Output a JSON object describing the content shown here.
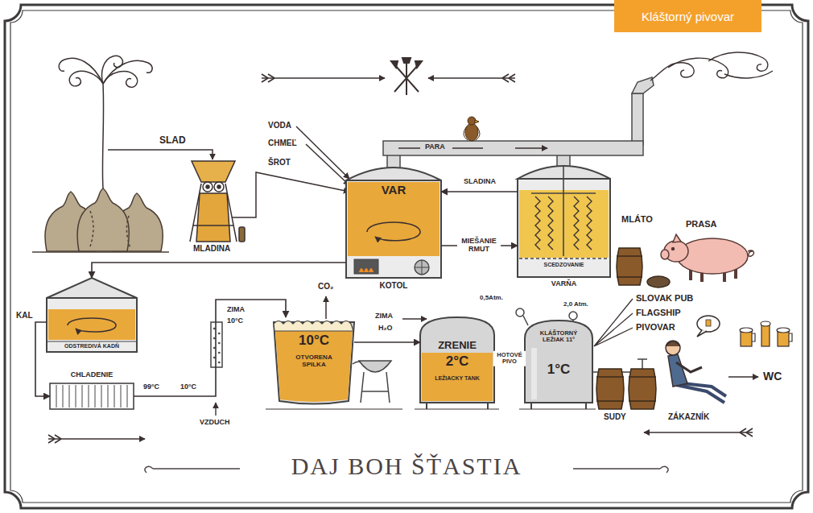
{
  "diagram": {
    "title": "Kláštorný pivovar",
    "caption": "DAJ BOH ŠŤASTIA",
    "nodes": [
      {
        "text": [
          "VAR",
          "KOTOL"
        ]
      },
      {
        "text": [
          "SCEDZOVANIE",
          "VARŇA"
        ]
      },
      {
        "text": [
          "ODSTREDIVÁ KADŇ"
        ]
      },
      {
        "text": [
          "CHLADENIE"
        ]
      },
      {
        "text": [
          "10°C",
          "OTVORENA SPILKA"
        ]
      },
      {
        "text": [
          "ZRENIE",
          "2°C",
          "LEŽIACKY TANK"
        ]
      },
      {
        "text": [
          "KLÁŠTORNÝ LEŽIAK 11°",
          "1°C"
        ]
      }
    ],
    "edges": [
      {
        "from": 0,
        "to": 1,
        "label": "MIEŠANIE RMUT",
        "arrow": "to"
      },
      {
        "from": 1,
        "to": 0,
        "label": "SLADINA",
        "arrow": "to"
      },
      {
        "from": 0,
        "to": 2,
        "arrow": "to"
      },
      {
        "from": 2,
        "to": 3,
        "arrow": "to"
      },
      {
        "from": 3,
        "to": 4,
        "arrow": "to"
      },
      {
        "from": 4,
        "to": 5,
        "arrow": "to"
      },
      {
        "from": 5,
        "to": 6,
        "label": "HOTOVÉ PIVO",
        "arrow": "to"
      }
    ],
    "labels": [
      "SLAD",
      "VODA",
      "CHMEĽ",
      "ŠROT",
      "PARA",
      "MLÁTO",
      "PRASA",
      "MLADINA",
      "CO₂",
      "KAL",
      "ZIMA",
      "10°C",
      "99°C",
      "10°C",
      "VZDUCH",
      "ZIMA",
      "H₂O",
      "0,5Atm.",
      "2,0 Atm.",
      "SLOVAK PUB",
      "FLAGSHIP",
      "PIVOVAR",
      "SUDY",
      "ZÁKAZNÍK",
      "WC"
    ]
  }
}
